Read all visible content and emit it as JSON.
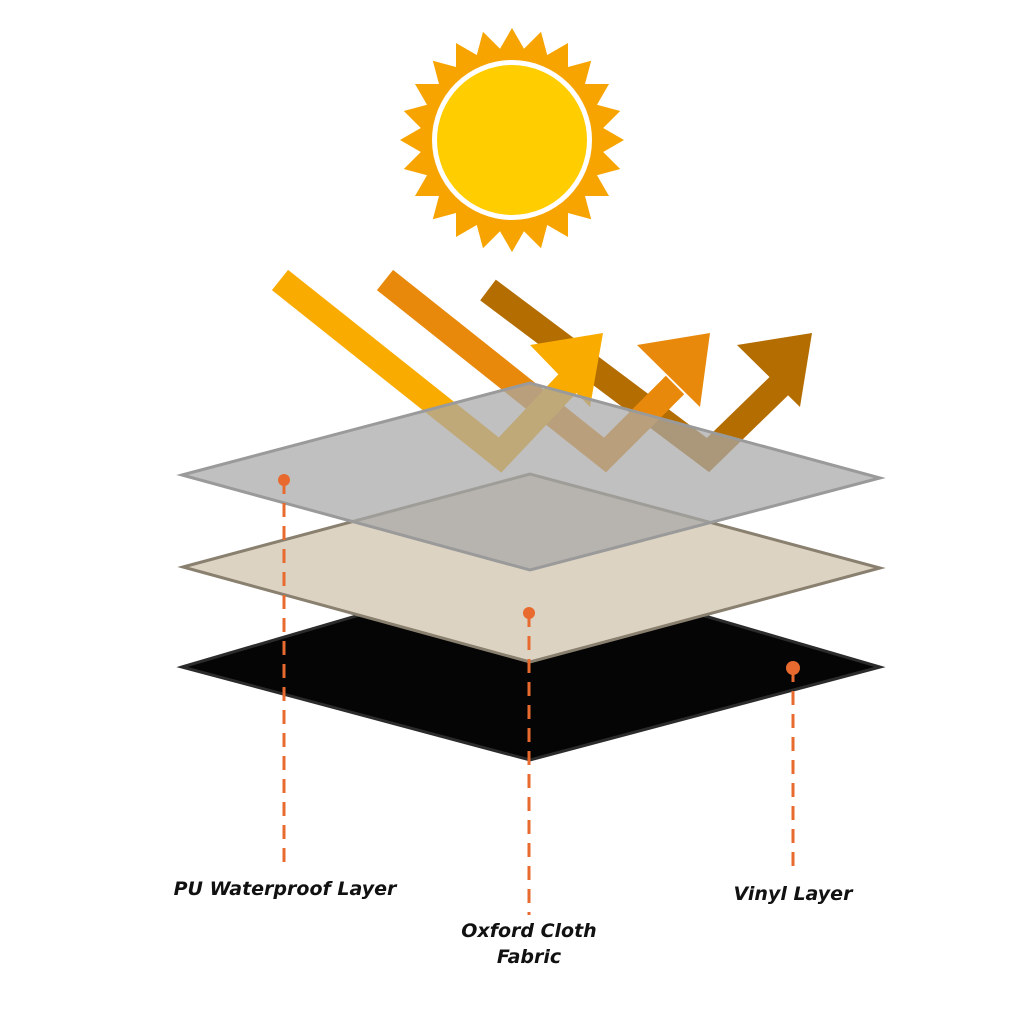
{
  "diagram": {
    "colors": {
      "background": "#ffffff",
      "sun_rays": "#f7a400",
      "sun_outer_ring": "#ffffff",
      "sun_core": "#ffcd00",
      "arrow_1": "#f9ab00",
      "arrow_2": "#e8890c",
      "arrow_3": "#b36d00",
      "pu_layer": "#a7a7a7",
      "oxford_layer": "#ddd3c2",
      "vinyl_layer": "#050505",
      "leader": "#e86a2e"
    },
    "icons": [
      "sun-icon",
      "reflection-arrow-icon"
    ],
    "labels": {
      "pu": "PU Waterproof Layer",
      "oxford_line1": "Oxford Cloth",
      "oxford_line2": "Fabric",
      "vinyl": "Vinyl Layer"
    }
  }
}
